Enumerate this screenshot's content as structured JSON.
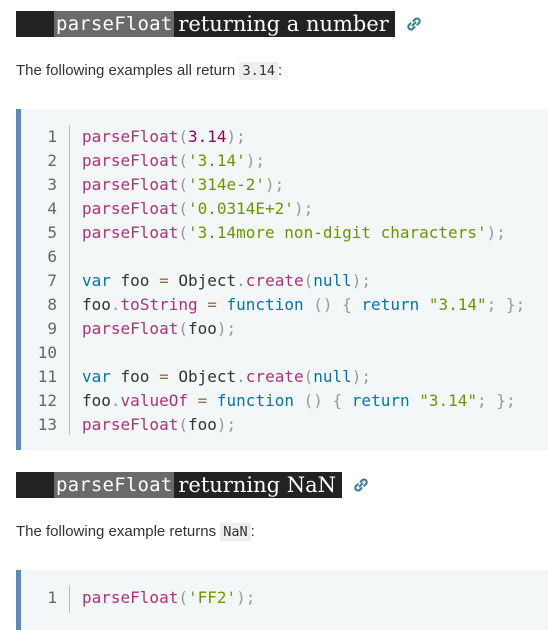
{
  "sections": [
    {
      "heading_code": "parseFloat",
      "heading_text": "returning a number",
      "intro_text": "The following examples all return ",
      "intro_code": "3.14",
      "intro_end": ":"
    },
    {
      "heading_code": "parseFloat",
      "heading_text": "returning NaN",
      "intro_text": "The following example returns ",
      "intro_code": "NaN",
      "intro_end": ":"
    }
  ],
  "code_block_1": {
    "lines": [
      {
        "n": "1",
        "tokens": [
          [
            "fn",
            "parseFloat"
          ],
          [
            "pun",
            "("
          ],
          [
            "num",
            "3.14"
          ],
          [
            "pun",
            ");"
          ]
        ]
      },
      {
        "n": "2",
        "tokens": [
          [
            "fn",
            "parseFloat"
          ],
          [
            "pun",
            "("
          ],
          [
            "str",
            "'3.14'"
          ],
          [
            "pun",
            ");"
          ]
        ]
      },
      {
        "n": "3",
        "tokens": [
          [
            "fn",
            "parseFloat"
          ],
          [
            "pun",
            "("
          ],
          [
            "str",
            "'314e-2'"
          ],
          [
            "pun",
            ");"
          ]
        ]
      },
      {
        "n": "4",
        "tokens": [
          [
            "fn",
            "parseFloat"
          ],
          [
            "pun",
            "("
          ],
          [
            "str",
            "'0.0314E+2'"
          ],
          [
            "pun",
            ");"
          ]
        ]
      },
      {
        "n": "5",
        "tokens": [
          [
            "fn",
            "parseFloat"
          ],
          [
            "pun",
            "("
          ],
          [
            "str",
            "'3.14more non-digit characters'"
          ],
          [
            "pun",
            ");"
          ]
        ]
      },
      {
        "n": "6",
        "tokens": []
      },
      {
        "n": "7",
        "tokens": [
          [
            "kw",
            "var"
          ],
          [
            "plain",
            " foo "
          ],
          [
            "op",
            "="
          ],
          [
            "plain",
            " Object"
          ],
          [
            "pun",
            "."
          ],
          [
            "fn",
            "create"
          ],
          [
            "pun",
            "("
          ],
          [
            "kw",
            "null"
          ],
          [
            "pun",
            ");"
          ]
        ]
      },
      {
        "n": "8",
        "tokens": [
          [
            "plain",
            "foo"
          ],
          [
            "pun",
            "."
          ],
          [
            "fn",
            "toString"
          ],
          [
            "plain",
            " "
          ],
          [
            "op",
            "="
          ],
          [
            "plain",
            " "
          ],
          [
            "kw",
            "function"
          ],
          [
            "plain",
            " "
          ],
          [
            "pun",
            "()"
          ],
          [
            "plain",
            " "
          ],
          [
            "pun",
            "{"
          ],
          [
            "plain",
            " "
          ],
          [
            "kw",
            "return"
          ],
          [
            "plain",
            " "
          ],
          [
            "str",
            "\"3.14\""
          ],
          [
            "pun",
            ";"
          ],
          [
            "plain",
            " "
          ],
          [
            "pun",
            "};"
          ]
        ]
      },
      {
        "n": "9",
        "tokens": [
          [
            "fn",
            "parseFloat"
          ],
          [
            "pun",
            "("
          ],
          [
            "plain",
            "foo"
          ],
          [
            "pun",
            ");"
          ]
        ]
      },
      {
        "n": "10",
        "tokens": []
      },
      {
        "n": "11",
        "tokens": [
          [
            "kw",
            "var"
          ],
          [
            "plain",
            " foo "
          ],
          [
            "op",
            "="
          ],
          [
            "plain",
            " Object"
          ],
          [
            "pun",
            "."
          ],
          [
            "fn",
            "create"
          ],
          [
            "pun",
            "("
          ],
          [
            "kw",
            "null"
          ],
          [
            "pun",
            ");"
          ]
        ]
      },
      {
        "n": "12",
        "tokens": [
          [
            "plain",
            "foo"
          ],
          [
            "pun",
            "."
          ],
          [
            "fn",
            "valueOf"
          ],
          [
            "plain",
            " "
          ],
          [
            "op",
            "="
          ],
          [
            "plain",
            " "
          ],
          [
            "kw",
            "function"
          ],
          [
            "plain",
            " "
          ],
          [
            "pun",
            "()"
          ],
          [
            "plain",
            " "
          ],
          [
            "pun",
            "{"
          ],
          [
            "plain",
            " "
          ],
          [
            "kw",
            "return"
          ],
          [
            "plain",
            " "
          ],
          [
            "str",
            "\"3.14\""
          ],
          [
            "pun",
            ";"
          ],
          [
            "plain",
            " "
          ],
          [
            "pun",
            "};"
          ]
        ]
      },
      {
        "n": "13",
        "tokens": [
          [
            "fn",
            "parseFloat"
          ],
          [
            "pun",
            "("
          ],
          [
            "plain",
            "foo"
          ],
          [
            "pun",
            ");"
          ]
        ]
      }
    ]
  },
  "code_block_2": {
    "lines": [
      {
        "n": "1",
        "tokens": [
          [
            "fn",
            "parseFloat"
          ],
          [
            "pun",
            "("
          ],
          [
            "str",
            "'FF2'"
          ],
          [
            "pun",
            ");"
          ]
        ]
      }
    ]
  },
  "colors": {
    "heading_bg": "#222222",
    "code_bg": "#f4f7f8",
    "code_border": "#558abb",
    "anchor": "#3d7e9a"
  },
  "icons": {
    "anchor": "link-icon"
  }
}
